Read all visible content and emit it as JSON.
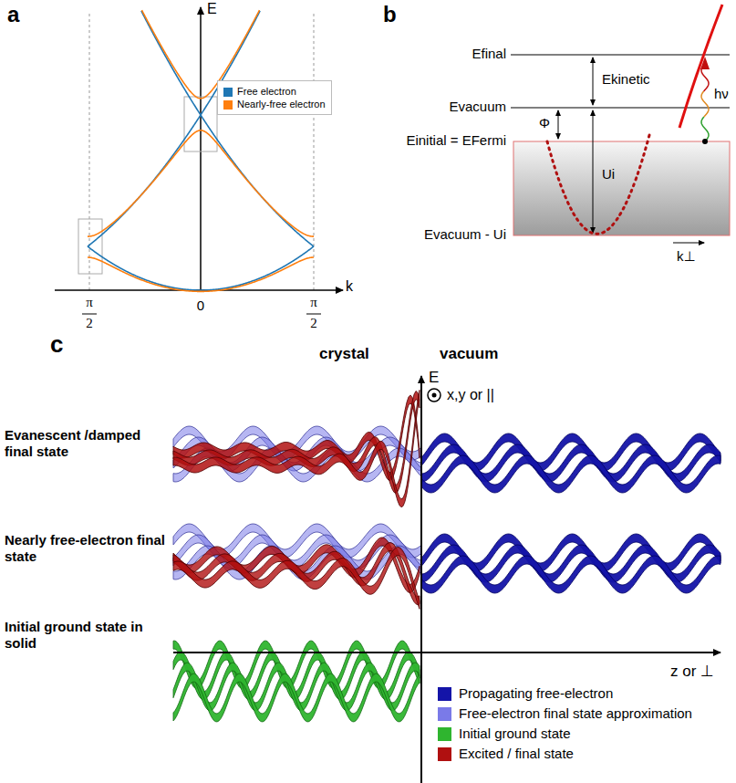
{
  "diagram": {
    "labels": [
      "a",
      "E",
      "k",
      "π",
      "2",
      "0",
      "π",
      "2",
      "b",
      "Efinal",
      "Ekinetic",
      "hν",
      "Evacuum",
      "Φ",
      "Einitial = EFermi",
      "Ui",
      "Evacuum - Ui",
      "k⊥",
      "c",
      "crystal",
      "E",
      "vacuum",
      "x,y or ||",
      "Evanescent /damped final state",
      "Nearly free-electron final state",
      "Initial ground state in solid",
      "z or ⊥"
    ],
    "legend": [
      {
        "text": "Free electron",
        "color": "#1f77b4"
      },
      {
        "text": "Nearly-free electron",
        "color": "#ff7f0e"
      },
      {
        "text": "Propagating free-electron",
        "color": "#1414a8"
      },
      {
        "text": "Free-electron final state approximation",
        "color": "#7a7ae8"
      },
      {
        "text": "Initial ground state",
        "color": "#2fb52f"
      },
      {
        "text": "Excited / final state",
        "color": "#b01010"
      }
    ]
  }
}
